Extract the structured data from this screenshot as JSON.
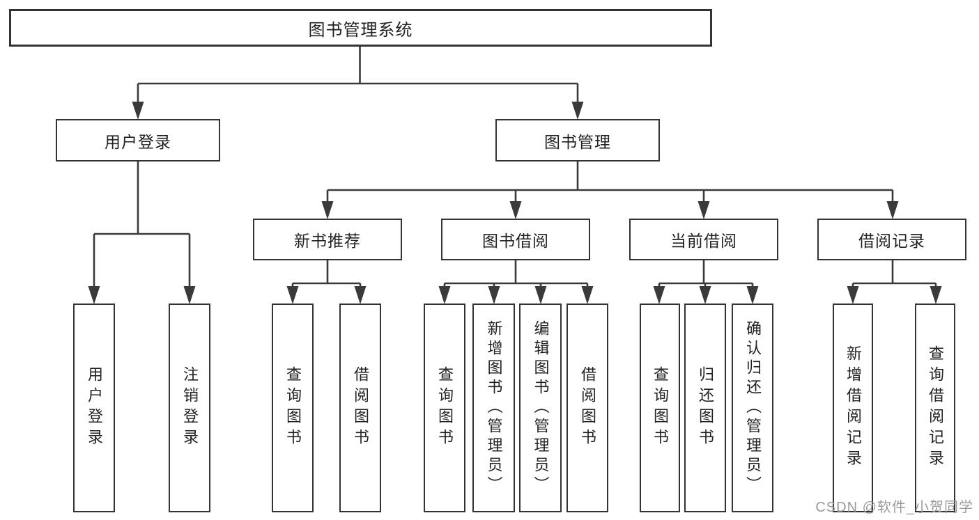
{
  "diagram_title": "图书管理系统",
  "tree": {
    "label": "图书管理系统",
    "children": [
      {
        "label": "用户登录",
        "children": [
          {
            "label": "用户登录"
          },
          {
            "label": "注销登录"
          }
        ]
      },
      {
        "label": "图书管理",
        "children": [
          {
            "label": "新书推荐",
            "children": [
              {
                "label": "查询图书"
              },
              {
                "label": "借阅图书"
              }
            ]
          },
          {
            "label": "图书借阅",
            "children": [
              {
                "label": "查询图书"
              },
              {
                "label": "新增图书（管理员）"
              },
              {
                "label": "编辑图书（管理员）"
              },
              {
                "label": "借阅图书"
              }
            ]
          },
          {
            "label": "当前借阅",
            "children": [
              {
                "label": "查询图书"
              },
              {
                "label": "归还图书"
              },
              {
                "label": "确认归还（管理员）"
              }
            ]
          },
          {
            "label": "借阅记录",
            "children": [
              {
                "label": "新增借阅记录"
              },
              {
                "label": "查询借阅记录"
              }
            ]
          }
        ]
      }
    ]
  },
  "watermark": "CSDN @软件_小贺同学",
  "colors": {
    "line": "#3a3a3a",
    "box_border": "#333333",
    "text": "#222222",
    "watermark": "#9a9a9a",
    "background": "#ffffff"
  }
}
